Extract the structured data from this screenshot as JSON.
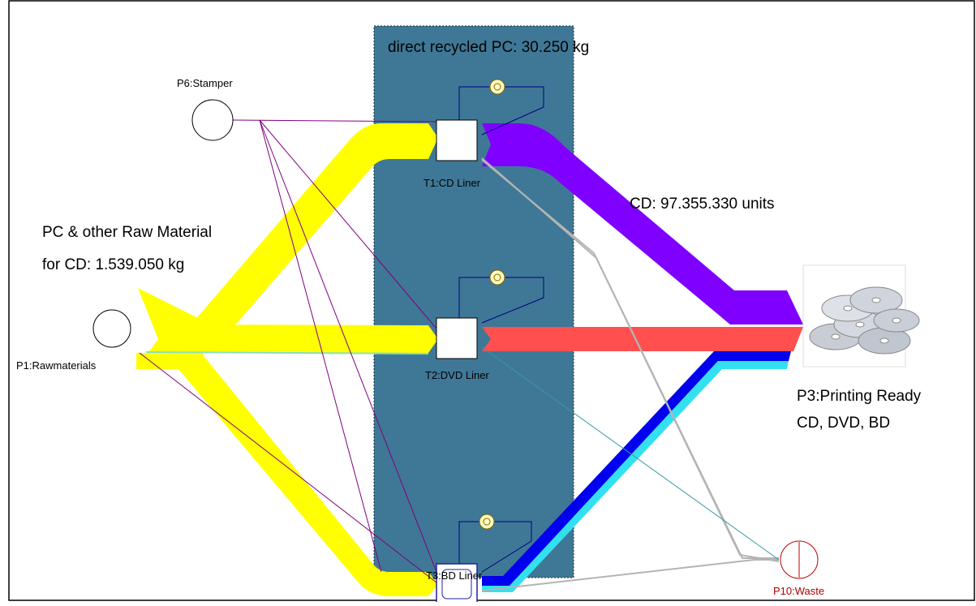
{
  "diagram": {
    "recycle_note": "direct recycled PC: 30.250 kg",
    "cd_flow_note": "CD: 97.355.330 units",
    "raw_material_note_line1": "PC & other Raw Material",
    "raw_material_note_line2": "for CD: 1.539.050 kg",
    "nodes": {
      "stamper": "P6:Stamper",
      "rawmaterials": "P1:Rawmaterials",
      "cd_liner": "T1:CD Liner",
      "dvd_liner": "T2:DVD Liner",
      "bd_liner": "T3:BD Liner",
      "printing_line1": "P3:Printing Ready",
      "printing_line2": "CD, DVD, BD",
      "waste": "P10:Waste"
    },
    "colors": {
      "raw_flow": "#ffff00",
      "cd_flow": "#7f00ff",
      "dvd_flow": "#ff4f4f",
      "bd_flow": "#0000ee",
      "bd_flow_secondary": "#33e0f0",
      "process_panel": "#3f7896",
      "waste_node": "#c00000",
      "stamper_lines": "#800080",
      "waste_lines": "#b4b4b4"
    }
  }
}
